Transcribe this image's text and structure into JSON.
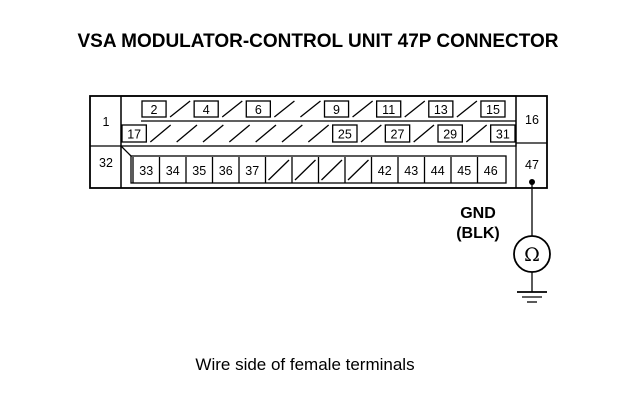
{
  "title": "VSA MODULATOR-CONTROL UNIT 47P CONNECTOR",
  "caption": "Wire side of female terminals",
  "ground_label_line1": "GND",
  "ground_label_line2": "(BLK)",
  "ohmmeter_symbol": "Ω",
  "connector": {
    "row1": [
      "2",
      "",
      "4",
      "",
      "6",
      "",
      "",
      "9",
      "",
      "11",
      "",
      "13",
      "",
      "15"
    ],
    "row2": [
      "17",
      "",
      "",
      "",
      "",
      "",
      "",
      "",
      "25",
      "",
      "27",
      "",
      "29",
      "",
      "31"
    ],
    "row3": [
      "33",
      "34",
      "35",
      "36",
      "37",
      "",
      "",
      "",
      "",
      "42",
      "43",
      "44",
      "45",
      "46"
    ],
    "left_top": "1",
    "left_bottom": "32",
    "right_top": "16",
    "right_bottom": "47"
  }
}
